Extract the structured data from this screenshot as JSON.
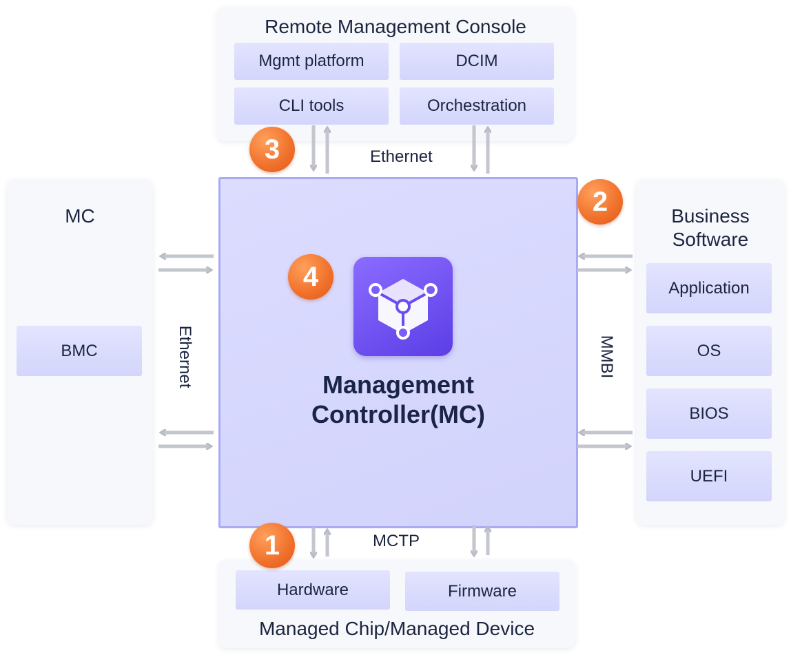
{
  "remote_console": {
    "title": "Remote Management Console",
    "items": [
      "Mgmt platform",
      "DCIM",
      "CLI tools",
      "Orchestration"
    ]
  },
  "left_mc": {
    "title": "MC",
    "item": "BMC"
  },
  "business_software": {
    "title_line1": "Business",
    "title_line2": "Software",
    "items": [
      "Application",
      "OS",
      "BIOS",
      "UEFI"
    ]
  },
  "managed_device": {
    "title": "Managed Chip/Managed Device",
    "items": [
      "Hardware",
      "Firmware"
    ]
  },
  "center": {
    "title_line1": "Management",
    "title_line2": "Controller(MC)"
  },
  "links": {
    "top": "Ethernet",
    "left": "Ethernet",
    "right": "MMBI",
    "bottom": "MCTP"
  },
  "badges": [
    "1",
    "2",
    "3",
    "4"
  ],
  "colors": {
    "accent_purple": "#6a4cf0",
    "badge_orange": "#f0702a",
    "chip_fill": "#d9dafd",
    "center_fill": "#d6d7fd"
  },
  "icons": {
    "center": "network-cube-icon"
  }
}
